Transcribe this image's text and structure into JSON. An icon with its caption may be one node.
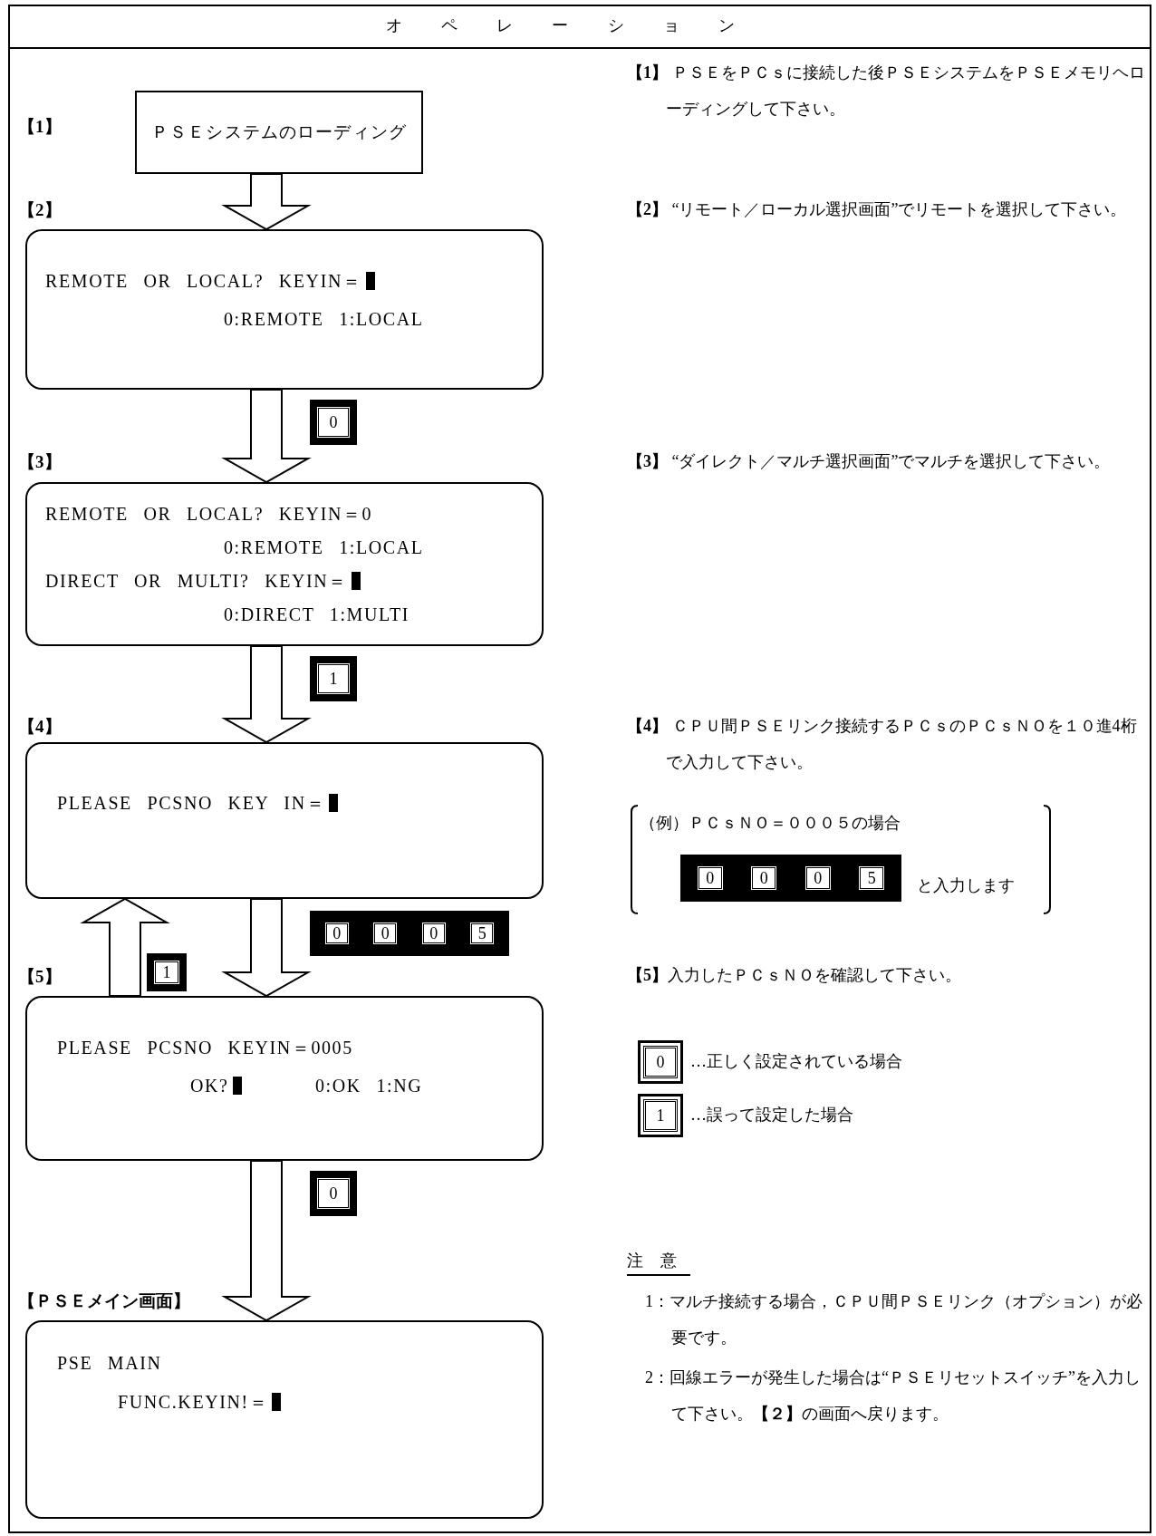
{
  "diagram": {
    "title": "オペレーション",
    "nodes": [
      {
        "text": [
          "ＰＳＥシステムのローディング"
        ]
      },
      {
        "text": [
          "REMOTE OR LOCAL? KEYIN＝",
          "0:REMOTE 1:LOCAL"
        ],
        "beside": [
          "【2】"
        ]
      },
      {
        "text": [
          "REMOTE OR LOCAL? KEYIN＝0",
          "0:REMOTE 1:LOCAL",
          "DIRECT OR MULTI? KEYIN＝",
          "0:DIRECT 1:MULTI"
        ],
        "beside": [
          "【3】"
        ]
      },
      {
        "text": [
          "PLEASE PCSNO KEY IN＝"
        ],
        "beside": [
          "【4】"
        ]
      },
      {
        "text": [
          "PLEASE PCSNO KEYIN＝0005",
          "OK?",
          "0:OK 1:NG"
        ],
        "beside": [
          "【5】"
        ]
      },
      {
        "text": [
          "PSE MAIN",
          "FUNC.KEYIN!＝"
        ],
        "beside": [
          "【ＰＳＥメイン画面】"
        ]
      }
    ],
    "edges": [
      {
        "from": 0,
        "to": 1,
        "arrow": "to"
      },
      {
        "from": 1,
        "to": 2,
        "arrow": "to"
      },
      {
        "from": 2,
        "to": 3,
        "arrow": "to"
      },
      {
        "from": 3,
        "to": 4,
        "arrow": "to"
      },
      {
        "from": 4,
        "to": 3,
        "arrow": "to"
      },
      {
        "from": 4,
        "to": 5,
        "arrow": "to"
      }
    ],
    "labels": [
      "**【1】** ＰＳＥをＰＣｓに接続した後ＰＳＥシステムをＰＳＥメモリヘローディングして下さい。",
      "**【2】** “リモート／ローカル選択画面”でリモートを選択して下さい。",
      "**【3】** “ダイレクト／マルチ選択画面”でマルチを選択して下さい。",
      "**【4】** ＣＰＵ間ＰＳＥリンク接続するＰＣｓのＰＣｓＮＯを１０進4桁で入力して下さい。",
      "（例）ＰＣｓＮＯ＝０００５の場合",
      "0",
      "0",
      "0",
      "5",
      "と入力します",
      "**【5】**入力したＰＣｓＮＯを確認して下さい。",
      "0",
      "…正しく設定されている場合",
      "1",
      "…誤って設定した場合",
      "注 意",
      "1：マルチ接続する場合，ＣＰＵ間ＰＳＥリンク（オプション）が必要です。",
      "2：回線エラーが発生した場合は“ＰＳＥリセットスイッチ”を入力して下さい。**【２】**の画面へ戻ります。",
      "0",
      "1",
      "0",
      "0",
      "0",
      "5",
      "1",
      "0",
      "【1】"
    ]
  }
}
